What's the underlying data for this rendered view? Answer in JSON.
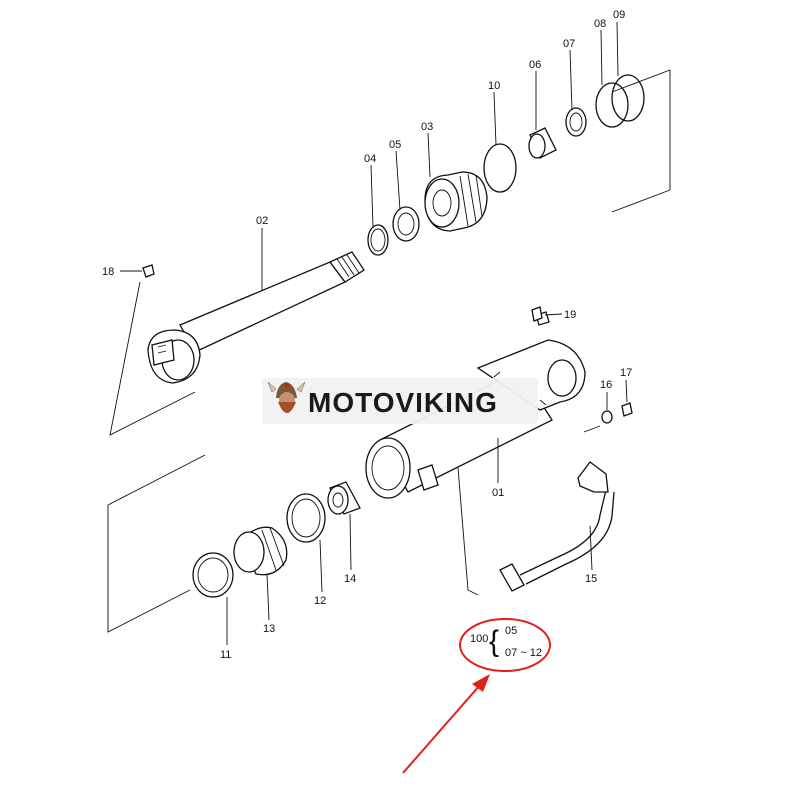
{
  "brand": {
    "name": "MOTOVIKING",
    "logo_icon": "viking-head-icon"
  },
  "parts": [
    {
      "id": "01",
      "label": "01"
    },
    {
      "id": "02",
      "label": "02"
    },
    {
      "id": "03",
      "label": "03"
    },
    {
      "id": "04",
      "label": "04"
    },
    {
      "id": "05",
      "label": "05"
    },
    {
      "id": "06",
      "label": "06"
    },
    {
      "id": "07",
      "label": "07"
    },
    {
      "id": "08",
      "label": "08"
    },
    {
      "id": "09",
      "label": "09"
    },
    {
      "id": "10",
      "label": "10"
    },
    {
      "id": "11",
      "label": "11"
    },
    {
      "id": "12",
      "label": "12"
    },
    {
      "id": "13",
      "label": "13"
    },
    {
      "id": "14",
      "label": "14"
    },
    {
      "id": "15",
      "label": "15"
    },
    {
      "id": "16",
      "label": "16"
    },
    {
      "id": "17",
      "label": "17"
    },
    {
      "id": "18",
      "label": "18"
    },
    {
      "id": "19",
      "label": "19"
    }
  ],
  "kit_callout": {
    "kit_number": "100",
    "brace": "{",
    "line1": "05",
    "line2": "07 ~ 12",
    "highlight_color": "#e02020"
  }
}
